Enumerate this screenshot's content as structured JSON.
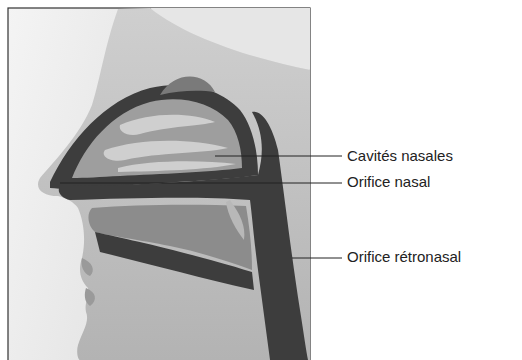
{
  "diagram": {
    "labels": [
      "Cavités nasales",
      "Orifice nasal",
      "Orifice rétronasal"
    ]
  }
}
